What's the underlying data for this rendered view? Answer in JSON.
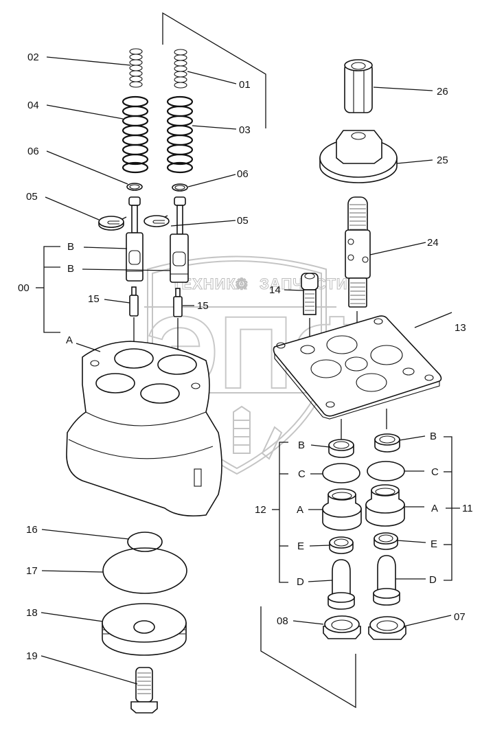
{
  "diagram": {
    "type": "exploded-parts-view",
    "watermark": {
      "left_word": "ТЕХНИКА",
      "right_word": "ЗАПЧАСТИ",
      "logo_letters": "ЭПФ",
      "gear_symbol": "⚙"
    },
    "callouts": {
      "p01": "01",
      "p02": "02",
      "p03": "03",
      "p04": "04",
      "p05a": "05",
      "p05b": "05",
      "p06a": "06",
      "p06b": "06",
      "p00": "00",
      "p00_B1": "B",
      "p00_B2": "B",
      "p00_A": "A",
      "p15a": "15",
      "p15b": "15",
      "p14": "14",
      "p13": "13",
      "p24": "24",
      "p25": "25",
      "p26": "26",
      "p16": "16",
      "p17": "17",
      "p18": "18",
      "p19": "19",
      "p12": "12",
      "p12_B": "B",
      "p12_C": "C",
      "p12_A": "A",
      "p12_E": "E",
      "p12_D": "D",
      "p11": "11",
      "p11_B": "B",
      "p11_C": "C",
      "p11_A": "A",
      "p11_E": "E",
      "p11_D": "D",
      "p08": "08",
      "p07": "07"
    },
    "parts": [
      {
        "id": "00",
        "name": "valve assembly",
        "subparts": [
          "A",
          "B"
        ]
      },
      {
        "id": "01",
        "name": "spring (small, right)"
      },
      {
        "id": "02",
        "name": "spring (small, left)"
      },
      {
        "id": "03",
        "name": "spring (large, right)"
      },
      {
        "id": "04",
        "name": "spring (large, left)"
      },
      {
        "id": "05",
        "name": "slotted washer"
      },
      {
        "id": "06",
        "name": "ring"
      },
      {
        "id": "07",
        "name": "nut (right)"
      },
      {
        "id": "08",
        "name": "nut (left)"
      },
      {
        "id": "11",
        "name": "seal kit (right)",
        "subparts": [
          "A",
          "B",
          "C",
          "D",
          "E"
        ]
      },
      {
        "id": "12",
        "name": "seal kit (left)",
        "subparts": [
          "A",
          "B",
          "C",
          "D",
          "E"
        ]
      },
      {
        "id": "13",
        "name": "plate"
      },
      {
        "id": "14",
        "name": "socket head bolt"
      },
      {
        "id": "15",
        "name": "pin"
      },
      {
        "id": "16",
        "name": "o-ring (small)"
      },
      {
        "id": "17",
        "name": "o-ring (large)"
      },
      {
        "id": "18",
        "name": "plug"
      },
      {
        "id": "19",
        "name": "bolt"
      },
      {
        "id": "24",
        "name": "universal joint"
      },
      {
        "id": "25",
        "name": "flange nut"
      },
      {
        "id": "26",
        "name": "coupling nut"
      }
    ]
  }
}
